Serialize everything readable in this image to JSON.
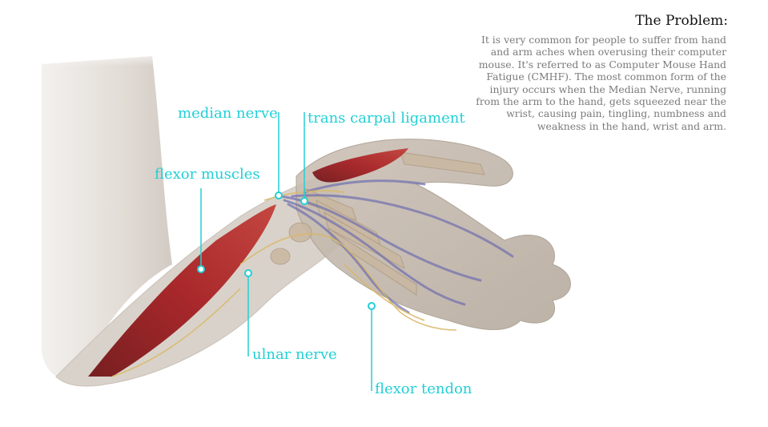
{
  "info": {
    "title": "The Problem:",
    "body": "It is very common for people to suffer from hand and arm aches when overusing their computer mouse. It's referred to as Computer Mouse Hand Fatigue (CMHF). The most common form of the injury occurs when the Median Nerve, running from the arm to the hand, gets squeezed near the wrist, causing pain, tingling, numbness and weakness in the hand, wrist and arm."
  },
  "labels": {
    "median_nerve": "median nerve",
    "trans_carpal_ligament": "trans carpal ligament",
    "flexor_muscles": "flexor muscles",
    "ulnar_nerve": "ulnar nerve",
    "flexor_tendon": "flexor tendon"
  },
  "colors": {
    "label": "#22cfd6",
    "muscle": "#9b1c1c",
    "nerve_ligament": "#6f6fb0",
    "tendon": "#d9b866",
    "skin": "#d8d2ca"
  }
}
